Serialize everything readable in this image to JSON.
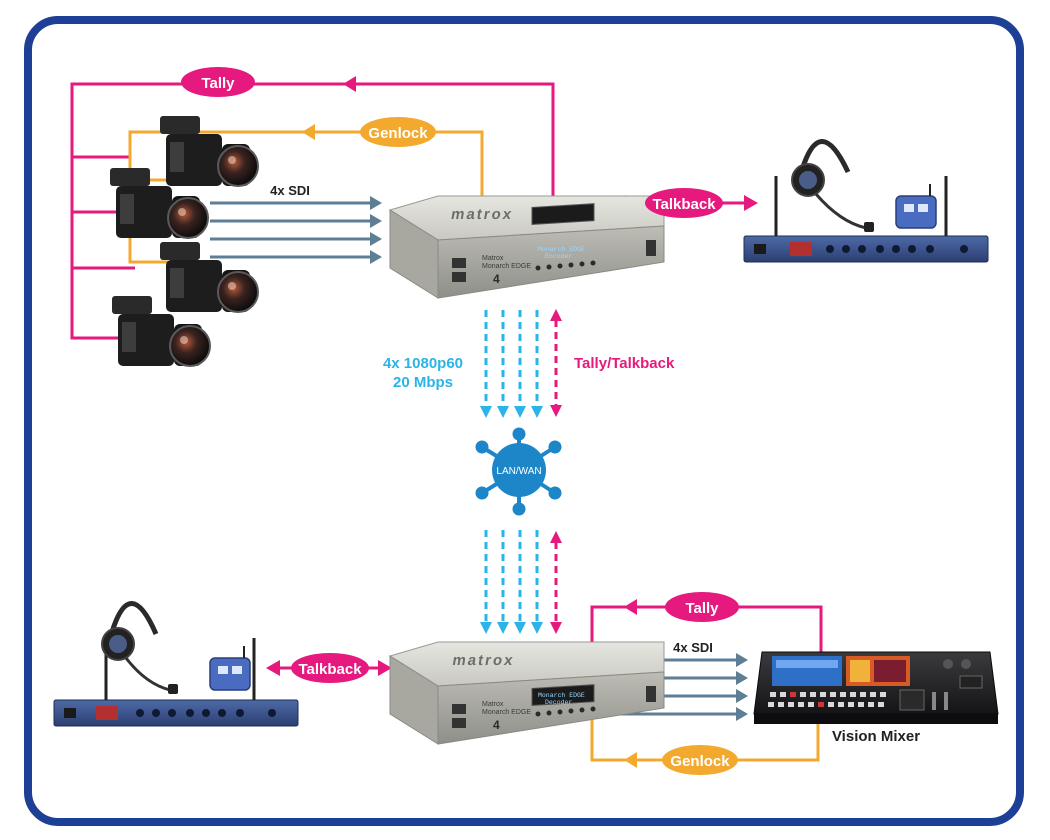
{
  "labels": {
    "tally": "Tally",
    "genlock": "Genlock",
    "talkback": "Talkback",
    "sdi": "4x SDI",
    "stream_line1": "4x 1080p60",
    "stream_line2": "20 Mbps",
    "tally_talkback": "Tally/Talkback",
    "network": "LAN/WAN",
    "vision_mixer": "Vision Mixer"
  },
  "device": {
    "brand": "matrox",
    "model_line1": "Matrox",
    "model_line2": "Monarch EDGE",
    "lcd_top_line1": "Monarch EDGE",
    "lcd_top_line2": "Encoder",
    "lcd_bottom_line1": "Monarch EDGE",
    "lcd_bottom_line2": "Decoder",
    "badge": "4"
  },
  "colors": {
    "frame": "#1d3f95",
    "tally": "#e5197e",
    "genlock": "#f2a92e",
    "sdi": "#5d7e95",
    "stream": "#2cb3e8",
    "network": "#1c86c9"
  }
}
